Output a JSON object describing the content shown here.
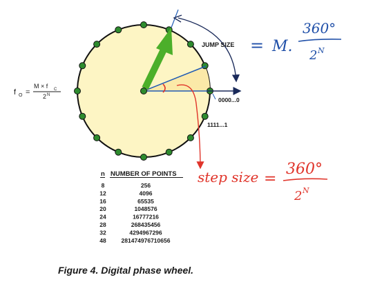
{
  "formula": {
    "f_o": "f",
    "f_o_sub": "O",
    "equals": "=",
    "numerator_main": "M × f",
    "numerator_sub": "C",
    "denominator_base": "2",
    "denominator_exp": "N"
  },
  "wheel": {
    "point_count": 16,
    "jump_size_label": "JUMP SIZE",
    "zero_label": "0000...0",
    "ones_label": "1111...1"
  },
  "handwritten": {
    "jump_eq": "=",
    "jump_m": "M.",
    "jump_frac_num": "360°",
    "jump_frac_den": "2",
    "jump_frac_den_exp": "N",
    "step_label": "step size",
    "step_eq": "=",
    "step_frac_num": "360°",
    "step_frac_den": "2",
    "step_frac_den_exp": "N"
  },
  "points_table": {
    "header_n": "n",
    "header_points": "NUMBER OF POINTS",
    "rows": [
      {
        "n": "8",
        "points": "256"
      },
      {
        "n": "12",
        "points": "4096"
      },
      {
        "n": "16",
        "points": "65535"
      },
      {
        "n": "20",
        "points": "1048576"
      },
      {
        "n": "24",
        "points": "16777216"
      },
      {
        "n": "28",
        "points": "268435456"
      },
      {
        "n": "32",
        "points": "4294967296"
      },
      {
        "n": "48",
        "points": "281474976710656"
      }
    ]
  },
  "caption": "Figure 4. Digital phase wheel.",
  "colors": {
    "wheel_fill": "#fdf5c4",
    "wheel_stroke": "#111111",
    "point_fill": "#2e8b2e",
    "arrow_green": "#4caf2a",
    "vector_blue": "#1f5bb5",
    "sector_fill": "#fbe9a8",
    "ink_red": "#e0342a",
    "text_dark": "#1a1a1a"
  }
}
